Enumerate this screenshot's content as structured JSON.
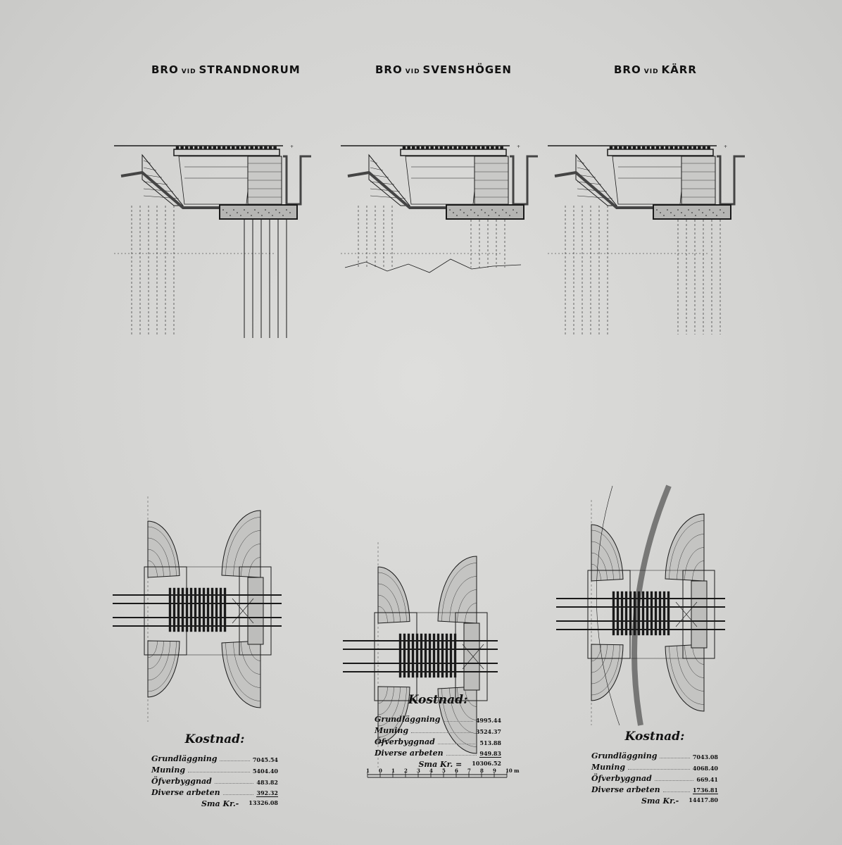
{
  "bridges": [
    {
      "prefix": "BRO",
      "vid": "VID",
      "name": "STRANDNORUM",
      "cost": {
        "title": "Kostnad:",
        "items": [
          {
            "label": "Grundläggning",
            "value": "7045.54"
          },
          {
            "label": "Muning",
            "value": "5404.40"
          },
          {
            "label": "Öfverbyggnad",
            "value": "483.82"
          },
          {
            "label": "Diverse arbeten",
            "value": "392.32"
          }
        ],
        "total_label": "Sma Kr.-",
        "total": "13326.08"
      }
    },
    {
      "prefix": "BRO",
      "vid": "VID",
      "name": "SVENSHÖGEN",
      "cost": {
        "title": "Kostnad:",
        "items": [
          {
            "label": "Grundläggning",
            "value": "4995.44"
          },
          {
            "label": "Muning",
            "value": "3524.37"
          },
          {
            "label": "Öfverbyggnad",
            "value": "513.88"
          },
          {
            "label": "Diverse arbeten",
            "value": "949.83"
          }
        ],
        "total_label": "Sma Kr. =",
        "total": "10306.52"
      }
    },
    {
      "prefix": "BRO",
      "vid": "VID",
      "name": "KÄRR",
      "cost": {
        "title": "Kostnad:",
        "items": [
          {
            "label": "Grundläggning",
            "value": "7043.08"
          },
          {
            "label": "Muning",
            "value": "4068.40"
          },
          {
            "label": "Öfverbyggnad",
            "value": "669.41"
          },
          {
            "label": "Diverse arbeten",
            "value": "1736.81"
          }
        ],
        "total_label": "Sma Kr.-",
        "total": "14417.80"
      }
    }
  ],
  "scale": {
    "labels": [
      "1",
      "0",
      "1",
      "2",
      "3",
      "4",
      "5",
      "6",
      "7",
      "8",
      "9",
      "10 m"
    ]
  },
  "colors": {
    "paper": "#d6d6d4",
    "ink": "#1a1a1a",
    "fill": "#8a8a88"
  }
}
